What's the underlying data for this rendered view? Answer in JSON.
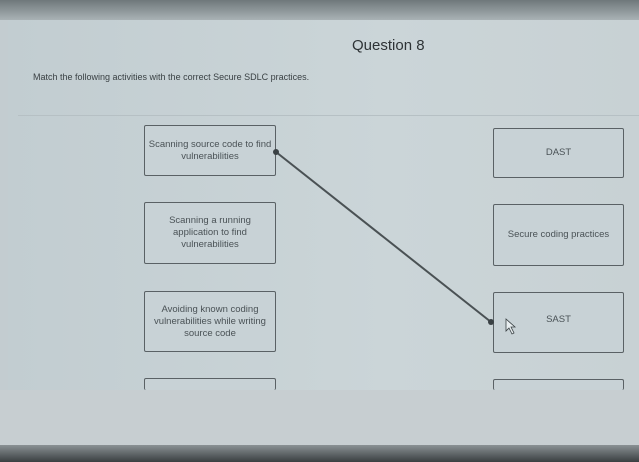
{
  "question": {
    "title": "Question 8",
    "prompt": "Match the following activities with the correct Secure SDLC practices."
  },
  "left_items": [
    {
      "label": "Scanning source code to find vulnerabilities"
    },
    {
      "label": "Scanning a running application to find vulnerabilities"
    },
    {
      "label": "Avoiding known coding vulnerabilities while writing source code"
    },
    {
      "label": ""
    }
  ],
  "right_items": [
    {
      "label": "DAST"
    },
    {
      "label": "Secure coding practices"
    },
    {
      "label": "SAST"
    },
    {
      "label": ""
    }
  ],
  "matches": [
    {
      "left": "Scanning source code to find vulnerabilities",
      "right": "SAST"
    }
  ]
}
